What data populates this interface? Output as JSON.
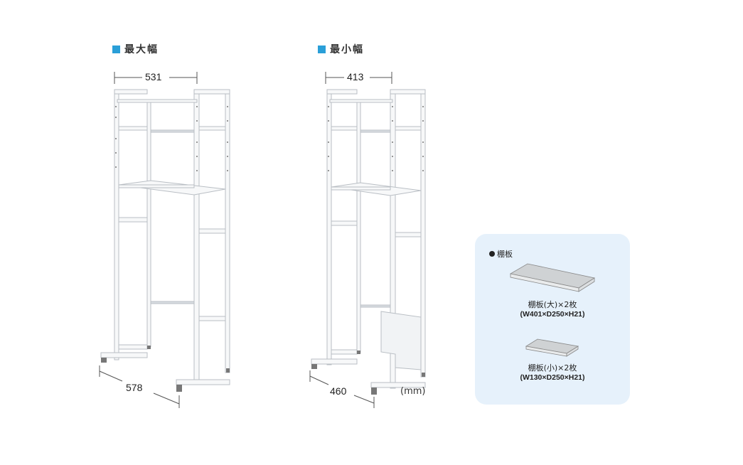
{
  "max_width": {
    "heading": "最大幅",
    "width_dim": "531",
    "depth_dim": "578"
  },
  "min_width": {
    "heading": "最小幅",
    "width_dim": "413",
    "depth_dim": "460",
    "unit": "(mm)"
  },
  "parts": {
    "title": "棚板",
    "large": {
      "label": "棚板(大)×2枚",
      "spec": "(W401×D250×H21)"
    },
    "small": {
      "label": "棚板(小)×2枚",
      "spec": "(W130×D250×H21)"
    }
  },
  "colors": {
    "accent": "#2a9fd8",
    "panel_bg": "#e6f1fb"
  }
}
